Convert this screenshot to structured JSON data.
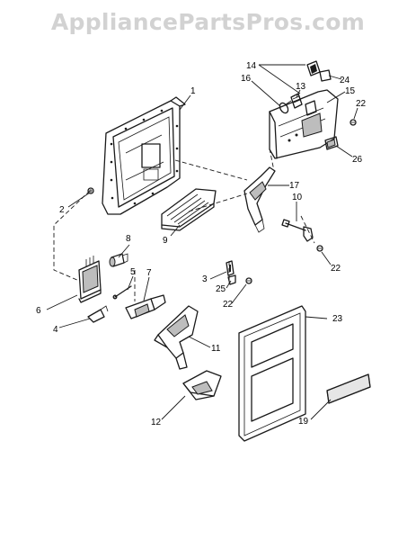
{
  "watermark": {
    "text": "AppliancePartsPros.com"
  },
  "callouts": [
    {
      "id": "1",
      "label": "1"
    },
    {
      "id": "2",
      "label": "2"
    },
    {
      "id": "3",
      "label": "3"
    },
    {
      "id": "4",
      "label": "4"
    },
    {
      "id": "5",
      "label": "5"
    },
    {
      "id": "6",
      "label": "6"
    },
    {
      "id": "7",
      "label": "7"
    },
    {
      "id": "8",
      "label": "8"
    },
    {
      "id": "9",
      "label": "9"
    },
    {
      "id": "10",
      "label": "10"
    },
    {
      "id": "11",
      "label": "11"
    },
    {
      "id": "12",
      "label": "12"
    },
    {
      "id": "13",
      "label": "13"
    },
    {
      "id": "14",
      "label": "14"
    },
    {
      "id": "15",
      "label": "15"
    },
    {
      "id": "16",
      "label": "16"
    },
    {
      "id": "17",
      "label": "17"
    },
    {
      "id": "19",
      "label": "19"
    },
    {
      "id": "22a",
      "label": "22"
    },
    {
      "id": "22b",
      "label": "22"
    },
    {
      "id": "22c",
      "label": "22"
    },
    {
      "id": "23",
      "label": "23"
    },
    {
      "id": "24",
      "label": "24"
    },
    {
      "id": "25",
      "label": "25"
    },
    {
      "id": "26",
      "label": "26"
    }
  ]
}
